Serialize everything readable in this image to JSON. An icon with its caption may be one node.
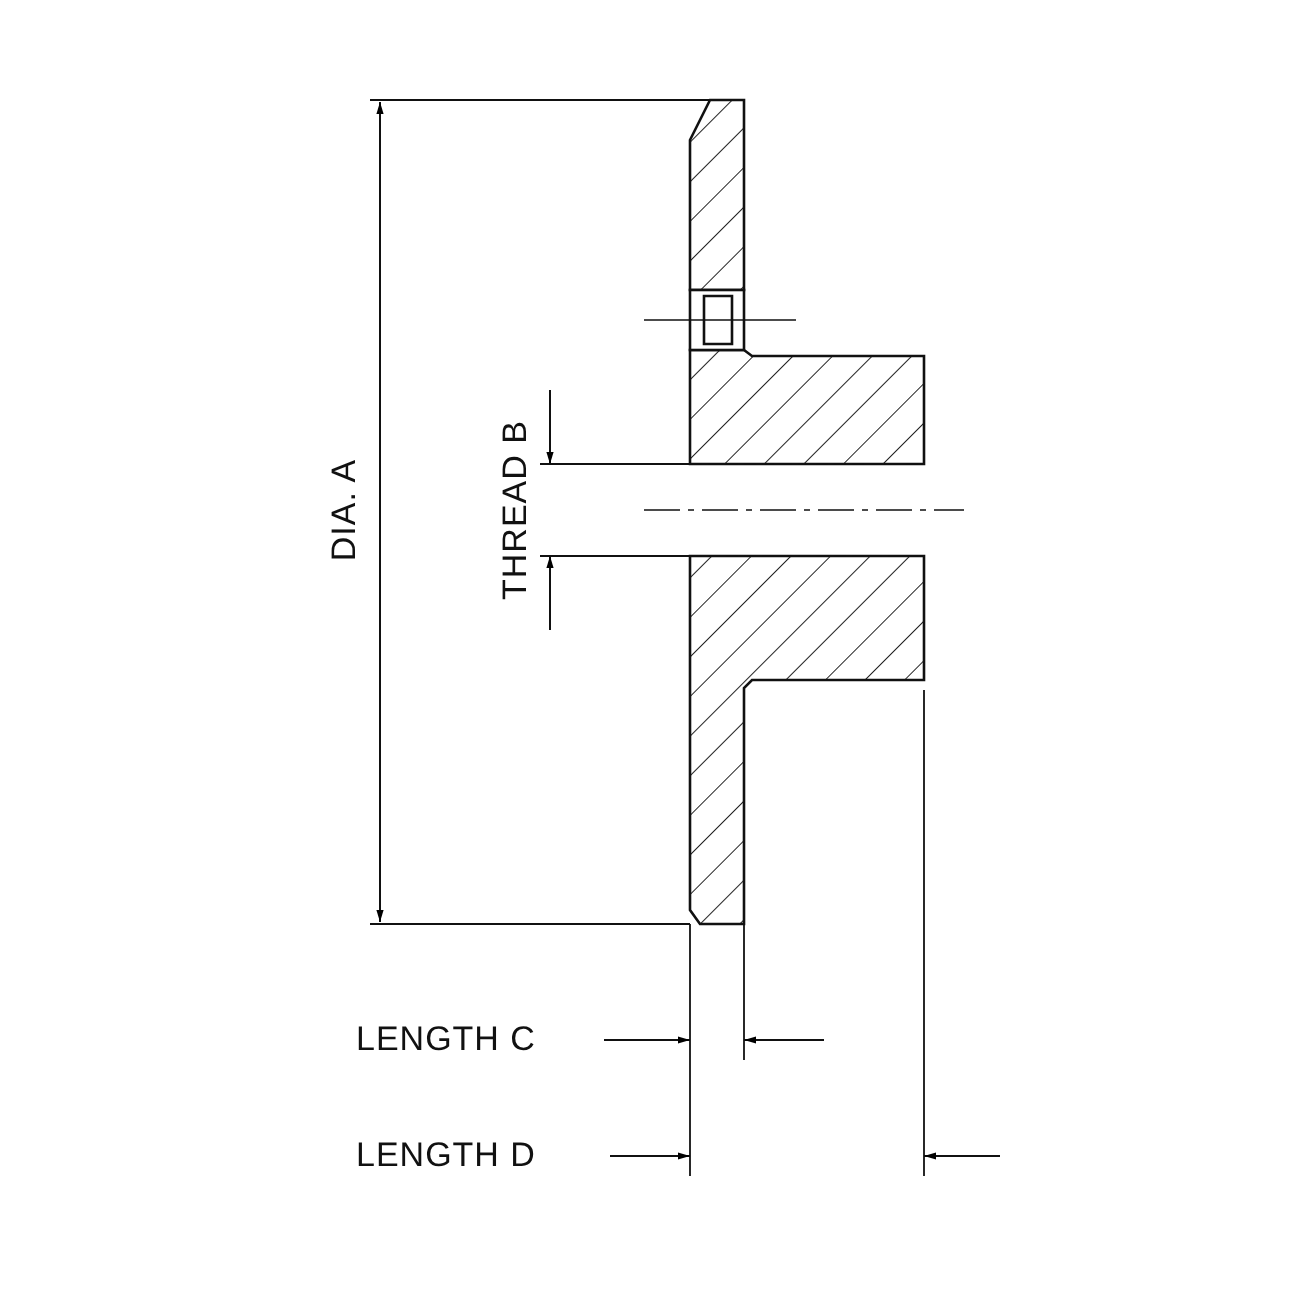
{
  "diagram": {
    "labels": [
      "DIA. A",
      "THREAD B",
      "LENGTH C",
      "LENGTH D"
    ]
  }
}
